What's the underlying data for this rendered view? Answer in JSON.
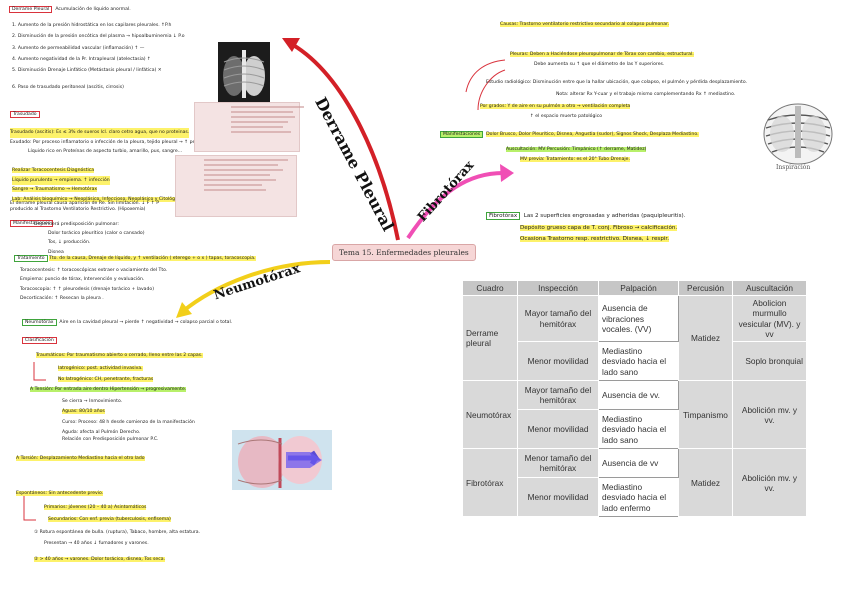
{
  "center": "Tema 15. Enfermedades pleurales",
  "branches": {
    "derrame": "Derrame Pleural",
    "fibrotorax": "Fibrotórax",
    "neumotorax": "Neumotórax"
  },
  "left_top": {
    "title": "Derrame Pleural",
    "subtitle": "Acumulación de líquido anormal.",
    "items": [
      "1. Aumento de la presión hidrostática en los capilares pleurales. ↑P.h",
      "2. Disminución de la presión oncótica del plasma → hipoalbuminemia ↓ P.o",
      "3. Aumento de permeabilidad vascular (inflamación) ↑ —",
      "4. Aumento negatividad de la Pr. Intrapleural (atelectasia) ↑",
      "5. Disminución Drenaje Linfático (Metástasis pleural / linfática) ✕",
      "6. Paso de trasudado peritoneal (ascitis, cirrosis)"
    ]
  },
  "left_mid": {
    "tag": "Trasudado",
    "lines": [
      "Trasudado (ascitis): Es ≤ 3% de sueros lcl. claro cetro agua, que no proteinas.",
      "Exudado: Por proceso inflamatorio o infección de la pleura, tejido pleural → ↑ permeabilidad.",
      "Líquido rico en Proteínas de aspecto turbio, amarillo, pus, sangre…"
    ],
    "diag_title": "Realizar Toracocentesis Diagnóstica",
    "diag_lines": [
      "Líquido purulento → empiema. ↑ infección",
      "Sangre → Traumatismo → Hemotórax",
      "Lab: Análisis bioquímico → Neoplásico, Infeccioso, Neoplásico y Citológico"
    ]
  },
  "left_clinic": {
    "note": "El derrame pleural causa aparición de Re. Sin limitación. ↓ F ↑ P producido al Trastorno Ventilatorio Restrictivo. (Hipoxemia)",
    "tag": "Manifestaciones",
    "symptoms": [
      "Dependerá predisposición pulmonar:",
      "Dolor torácico pleurítico (calor o cansado)",
      "Tos, ↓ producción.",
      "Disnea"
    ],
    "treatment_tag": "Tratamiento",
    "treatment": "Tto. de la causa, Drenaje de líquido, y ↑ ventilación ( eterego + o x ) tapas, toracoscopia.",
    "treatment_lines": [
      "Toracocentesis: ↑ toracoscópicas extraer o vaciamiento del Tto.",
      "Empiema: puncio de tórax, Intervención y evaluación.",
      "Toracoscopia: ↑ ↑ pleurodesis (drenaje torácico + lavado)",
      "Decorticación: ↑ Resecan la pleura ."
    ]
  },
  "left_bottom": {
    "def_tag": "Neumotórax",
    "definition": "Aire en la cavidad pleural → pierde ↑ negatividad → colapso parcial o total.",
    "class_tag": "Clasificación",
    "trauma": "Traumáticos: Por traumatismo abierto o cerrado, lleno entre las 2 capas.",
    "trauma_sub": [
      "Iatrogénico: post. actividad invasiva.",
      "No Iatrogénico: CH, penetrante, fracturas"
    ],
    "tension": "A Tensión: Por entrada aire dentro Hipertensión → progresivamente.",
    "tension_lines": [
      "Se cierra → Inmovimiento.",
      "Aguas: 80/10 años",
      "Curso: Proceso: 48 h desde comienzo de la manifestación",
      "Aguda: afecta al Pulmón Derecho."
    ],
    "tension_extra": "Relación con Predisposición pulmonar P.C.",
    "torsion": "A Torsión: Desplazamiento Mediastino hacia el otro lado",
    "spont": "Espontáneos: Sin antecedente previo.",
    "spont_sub": [
      "Primarios: jóvenes (20 – 40 a) Asintomáticos",
      "Secundarios: Con enf. previa (tuberculosis, enfisema)"
    ],
    "spont_notes": [
      "① Rotura espontánea de bulla. (ruptura), Tabaco, hombre, alta estatura.",
      "Presentan → 40 años ↓ fumadores y varones.",
      "② > 40 años → varones. Dolor torácico, disnea, Tos seca."
    ]
  },
  "right_top": {
    "causas": "Causas: Trastorno ventilatorio restrictivo secundario al colapso pulmonar.",
    "pleuras": "Pleuras: Deben a Haciéndose pleuropulmonar de Tórax con cambio, estructural.",
    "pleuras2": "Debe aumenta su ↑ que el diámetro de las Y superiores.",
    "diag": "Estudio radiológico: Disminución entre que la hallar ubicación, que colapso, el pulmón y pérdida desplazamiento.",
    "diag2": "Nota: alterar Rx Y-cuar y el trabajo mismo complementando Rx ↑ mediastino.",
    "grado": "Por grados: Y de aire en su pulmón a otro → ventilación completa",
    "grado2": "↑ el espacio muerto patológico",
    "manif_tag": "Manifestaciones",
    "manif": "Dolor Brusco, Dolor Pleurítico, Disnea, Angustia (sudor), Signos Shock, Desplaza Mediastino.",
    "ausc": "Auscultación: MV  Percusión: Timpánico (↑ derrame, Matidez)",
    "ausc2": "MV previa: Tratamiento: es el 20° Tubo Drenaje."
  },
  "right_fibro": {
    "tag": "Fibrotórax",
    "line1": "Las 2 superficies engrosadas y adheridas (paquipleuritis).",
    "line2": "Depósito grueso capa de T. conj. Fibroso → calcificación.",
    "line3": "Ocasiona Trastorno resp. restrictivo. Disnea, ↓ respir.",
    "img_caption": "Inspiración"
  },
  "table": {
    "headers": [
      "Cuadro",
      "Inspección",
      "Palpación",
      "Percusión",
      "Auscultación"
    ],
    "rows": [
      {
        "cuadro": "Derrame pleural",
        "insp": [
          "Mayor tamaño del hemitórax",
          "Menor movilidad"
        ],
        "palp": [
          "Ausencia de vibraciones vocales. (VV)",
          "Mediastino desviado hacia el lado sano"
        ],
        "perc": "Matidez",
        "ausc": [
          "Abolicion murmullo vesicular (MV). y vv",
          "Soplo bronquial"
        ]
      },
      {
        "cuadro": "Neumotórax",
        "insp": [
          "Mayor tamaño del hemitórax",
          "Menor movilidad"
        ],
        "palp": [
          "Ausencia de vv.",
          "Mediastino desviado hacia el lado sano"
        ],
        "perc": "Timpanismo",
        "ausc": [
          "Abolición mv. y vv."
        ]
      },
      {
        "cuadro": "Fibrotórax",
        "insp": [
          "Menor tamaño del hemitórax",
          "Menor movilidad"
        ],
        "palp": [
          "Ausencia de vv",
          "Mediastino desviado hacia el lado enfermo"
        ],
        "perc": "Matidez",
        "ausc": [
          "Abolición mv. y vv."
        ]
      }
    ]
  },
  "colors": {
    "derrame_arrow": "#d32027",
    "fibro_arrow": "#f04fb5",
    "neumo_arrow": "#f2cf1a",
    "highlight_yellow": "#fdf26a",
    "highlight_green": "#b8f06a"
  }
}
